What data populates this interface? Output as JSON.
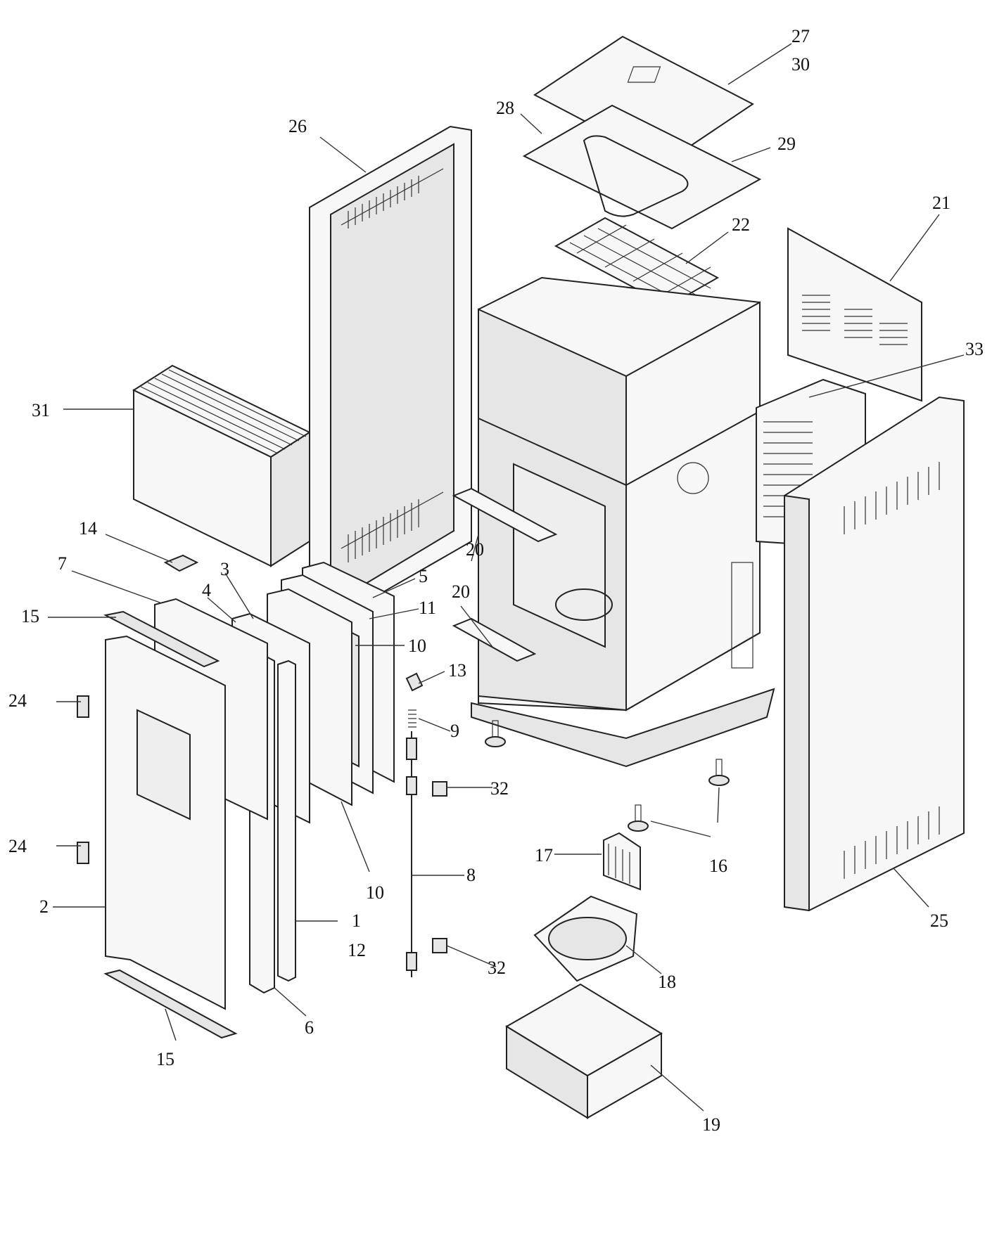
{
  "callouts": [
    {
      "id": "c1",
      "text": "1"
    },
    {
      "id": "c2",
      "text": "2"
    },
    {
      "id": "c3",
      "text": "3"
    },
    {
      "id": "c4",
      "text": "4"
    },
    {
      "id": "c5",
      "text": "5"
    },
    {
      "id": "c6",
      "text": "6"
    },
    {
      "id": "c7",
      "text": "7"
    },
    {
      "id": "c8",
      "text": "8"
    },
    {
      "id": "c9",
      "text": "9"
    },
    {
      "id": "c10a",
      "text": "10"
    },
    {
      "id": "c10b",
      "text": "10"
    },
    {
      "id": "c11",
      "text": "11"
    },
    {
      "id": "c12",
      "text": "12"
    },
    {
      "id": "c13",
      "text": "13"
    },
    {
      "id": "c14",
      "text": "14"
    },
    {
      "id": "c15a",
      "text": "15"
    },
    {
      "id": "c15b",
      "text": "15"
    },
    {
      "id": "c16",
      "text": "16"
    },
    {
      "id": "c17",
      "text": "17"
    },
    {
      "id": "c18",
      "text": "18"
    },
    {
      "id": "c19",
      "text": "19"
    },
    {
      "id": "c20a",
      "text": "20"
    },
    {
      "id": "c20b",
      "text": "20"
    },
    {
      "id": "c21",
      "text": "21"
    },
    {
      "id": "c22",
      "text": "22"
    },
    {
      "id": "c24a",
      "text": "24"
    },
    {
      "id": "c24b",
      "text": "24"
    },
    {
      "id": "c25",
      "text": "25"
    },
    {
      "id": "c26",
      "text": "26"
    },
    {
      "id": "c27",
      "text": "27"
    },
    {
      "id": "c28",
      "text": "28"
    },
    {
      "id": "c29",
      "text": "29"
    },
    {
      "id": "c30",
      "text": "30"
    },
    {
      "id": "c31",
      "text": "31"
    },
    {
      "id": "c32a",
      "text": "32"
    },
    {
      "id": "c32b",
      "text": "32"
    },
    {
      "id": "c33",
      "text": "33"
    }
  ]
}
